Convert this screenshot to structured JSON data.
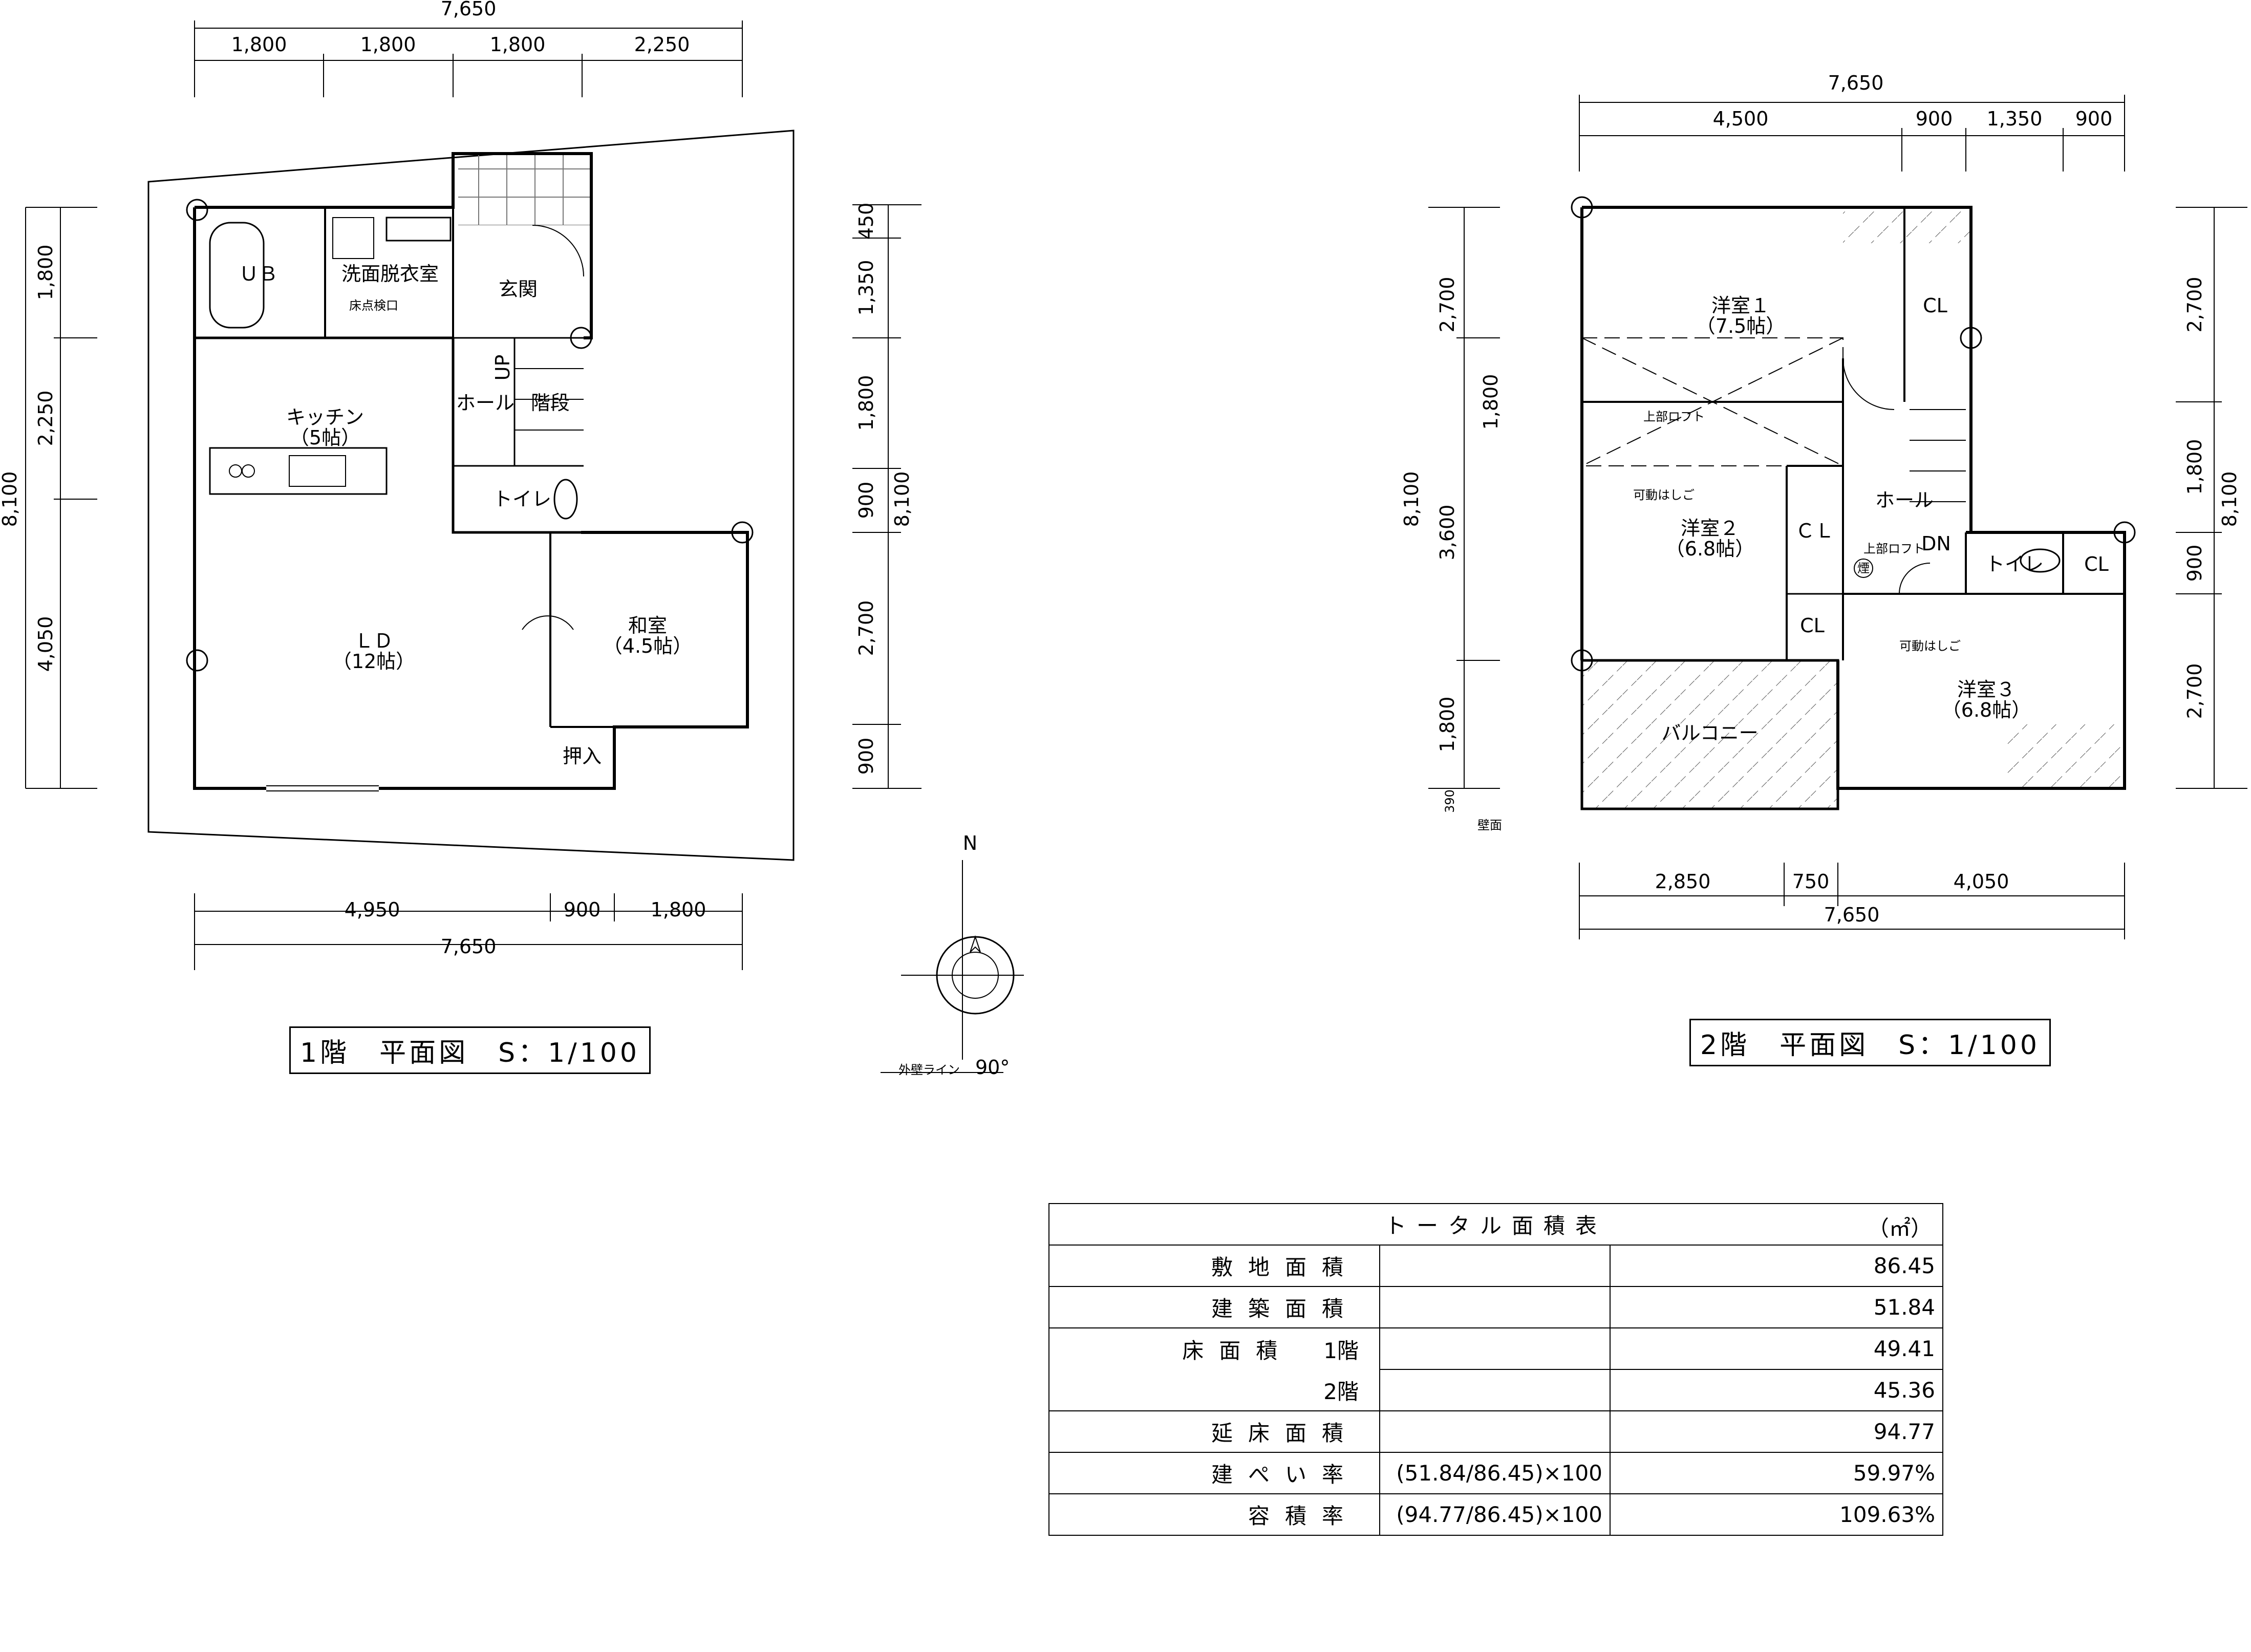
{
  "floor1": {
    "title": "1階　平面図　S：1/100",
    "top_total": "7,650",
    "top_dims": [
      "1,800",
      "1,800",
      "1,800",
      "2,250"
    ],
    "bottom_dims": [
      "4,950",
      "900",
      "1,800"
    ],
    "bottom_total": "7,650",
    "left_total": "8,100",
    "left_dims": [
      "1,800",
      "2,250",
      "4,050"
    ],
    "right_dims": [
      "450",
      "1,350",
      "1,800",
      "900",
      "2,700",
      "900"
    ],
    "right_total": "8,100",
    "rooms": {
      "ub": "ＵＢ",
      "washroom": "洗面脱衣室",
      "inspection": "床点検口",
      "entrance": "玄関",
      "up": "UP",
      "hall": "ホール",
      "stairs": "階段",
      "kitchen": "キッチン",
      "kitchen_size": "（5帖）",
      "toilet": "トイレ",
      "ld": "ＬＤ",
      "ld_size": "（12帖）",
      "washitsu": "和室",
      "washitsu_size": "（4.5帖）",
      "oshiire": "押入"
    }
  },
  "floor2": {
    "title": "2階　平面図　S：1/100",
    "top_total": "7,650",
    "top_dims": [
      "4,500",
      "900",
      "1,350",
      "900"
    ],
    "bottom_dims": [
      "2,850",
      "750",
      "4,050"
    ],
    "bottom_total": "7,650",
    "left_total": "8,100",
    "left_dims": [
      "2,700",
      "3,600",
      "1,800",
      "390"
    ],
    "left_inner": "1,800",
    "wall_surface": "壁面",
    "right_dims": [
      "2,700",
      "1,800",
      "900",
      "2,700"
    ],
    "right_total": "8,100",
    "rooms": {
      "room1": "洋室１",
      "room1_size": "（7.5帖）",
      "cl1": "CL",
      "loft1": "上部ロフト",
      "ladder1": "可動はしご",
      "room2": "洋室２",
      "room2_size": "（6.8帖）",
      "cl2": "ＣＬ",
      "hall": "ホール",
      "loft2": "上部ロフト",
      "dn": "DN",
      "smoke": "煙",
      "toilet": "トイレ",
      "cl3": "CL",
      "cl4": "CL",
      "ladder2": "可動はしご",
      "balcony": "バルコニー",
      "room3": "洋室３",
      "room3_size": "（6.8帖）"
    }
  },
  "compass": {
    "north": "N",
    "wall_line": "外壁ライン",
    "angle": "90°"
  },
  "area_table": {
    "title": "トータル面積表",
    "unit": "（㎡）",
    "rows": [
      {
        "label": "敷地面積",
        "sub": "",
        "calc": "",
        "value": "86.45"
      },
      {
        "label": "建築面積",
        "sub": "",
        "calc": "",
        "value": "51.84"
      },
      {
        "label": "床面積",
        "sub": "1階",
        "calc": "",
        "value": "49.41"
      },
      {
        "label": "",
        "sub": "2階",
        "calc": "",
        "value": "45.36"
      },
      {
        "label": "延床面積",
        "sub": "",
        "calc": "",
        "value": "94.77"
      },
      {
        "label": "建ぺい率",
        "sub": "",
        "calc": "(51.84/86.45)×100",
        "value": "59.97%"
      },
      {
        "label": "容積率",
        "sub": "",
        "calc": "(94.77/86.45)×100",
        "value": "109.63%"
      }
    ]
  }
}
